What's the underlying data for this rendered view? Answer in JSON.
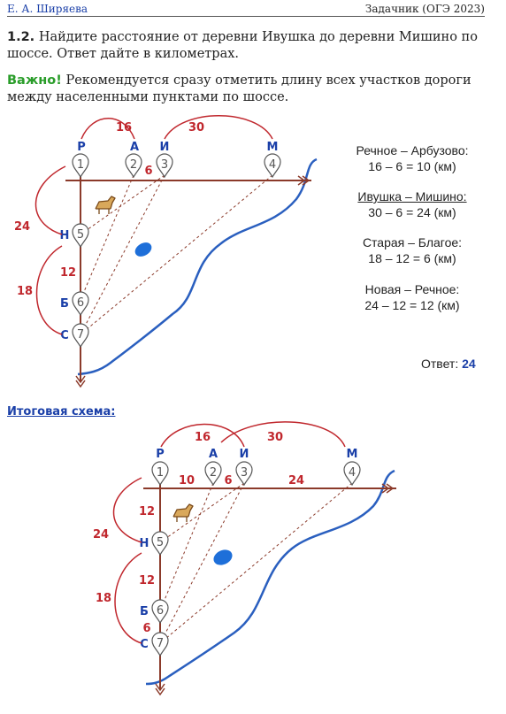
{
  "header": {
    "author": "Е. А. Ширяева",
    "book": "Задачник (ОГЭ 2023)"
  },
  "task": {
    "number": "1.2.",
    "text": "Найдите расстояние от деревни Ивушка до деревни Мишино по шоссе. Ответ дайте в километрах."
  },
  "note": {
    "label": "Важно!",
    "text": "Рекомендуется сразу отметить длину всех участков дороги между населенными пунктами по шоссе."
  },
  "calculations": [
    {
      "title": "Речное – Арбузово:",
      "expr": "16 – 6 = 10 (км)"
    },
    {
      "title": "Ивушка – Мишино:",
      "expr": "30 – 6 = 24 (км)"
    },
    {
      "title": "Старая – Благое:",
      "expr": "18 – 12 = 6 (км)"
    },
    {
      "title": "Новая – Речное:",
      "expr": "24 – 12 = 12 (км)"
    }
  ],
  "answer": {
    "label": "Ответ:",
    "value": "24"
  },
  "final_title": "Итоговая схема:",
  "diagram1": {
    "villages": {
      "r": "Р",
      "a": "А",
      "i": "И",
      "m": "М",
      "n": "Н",
      "b": "Б",
      "s": "С"
    },
    "markers": [
      "1",
      "2",
      "3",
      "4",
      "5",
      "6",
      "7"
    ],
    "distances": {
      "ra_arc": "16",
      "im_arc": "30",
      "ai": "6",
      "rn_arc": "24",
      "nb": "12",
      "bs_arc": "18"
    }
  },
  "diagram2": {
    "villages": {
      "r": "Р",
      "a": "А",
      "i": "И",
      "m": "М",
      "n": "Н",
      "b": "Б",
      "s": "С"
    },
    "markers": [
      "1",
      "2",
      "3",
      "4",
      "5",
      "6",
      "7"
    ],
    "distances": {
      "ra_arc": "16",
      "im_arc": "30",
      "ra": "10",
      "ai": "6",
      "im": "24",
      "rn": "12",
      "nb": "12",
      "bs": "6",
      "rn_arc": "24",
      "bs_arc": "18"
    }
  },
  "colors": {
    "header_blue": "#1a3fa8",
    "important_green": "#2a9d2a",
    "distance_red": "#c0272d",
    "road_brown": "#8b3a2a",
    "river_blue": "#2a5fbf"
  }
}
